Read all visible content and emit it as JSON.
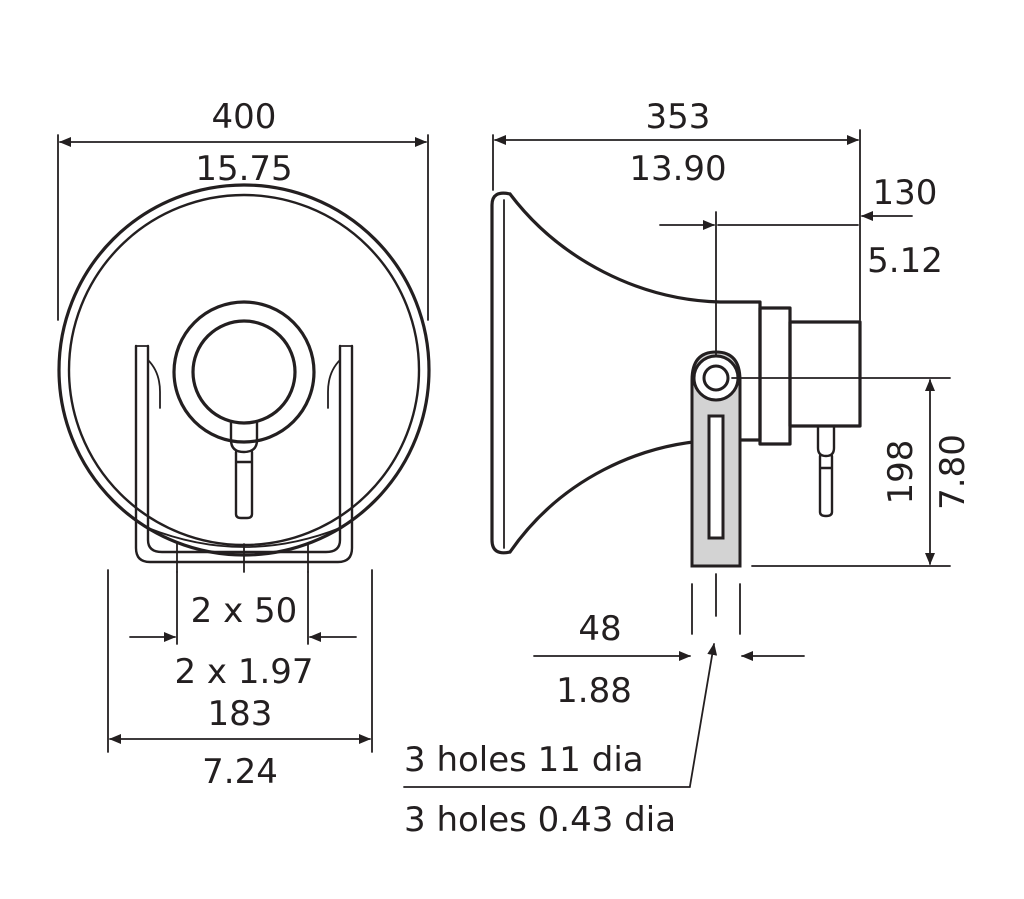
{
  "front_view": {
    "width_mm": "400",
    "width_in": "15.75",
    "bracket_spacing_mm": "2 x 50",
    "bracket_spacing_in": "2 x 1.97",
    "bracket_width_mm": "183",
    "bracket_width_in": "7.24"
  },
  "side_view": {
    "depth_mm": "353",
    "depth_in": "13.90",
    "driver_offset_mm": "130",
    "driver_offset_in": "5.12",
    "pivot_height_mm": "198",
    "pivot_height_in": "7.80",
    "bracket_thickness_mm": "48",
    "bracket_thickness_in": "1.88"
  },
  "mounting_holes": {
    "metric": "3 holes 11 dia",
    "imperial": "3 holes 0.43 dia"
  },
  "colors": {
    "line": "#231f20",
    "bracket_fill": "#d3d3d3",
    "background": "#ffffff"
  }
}
